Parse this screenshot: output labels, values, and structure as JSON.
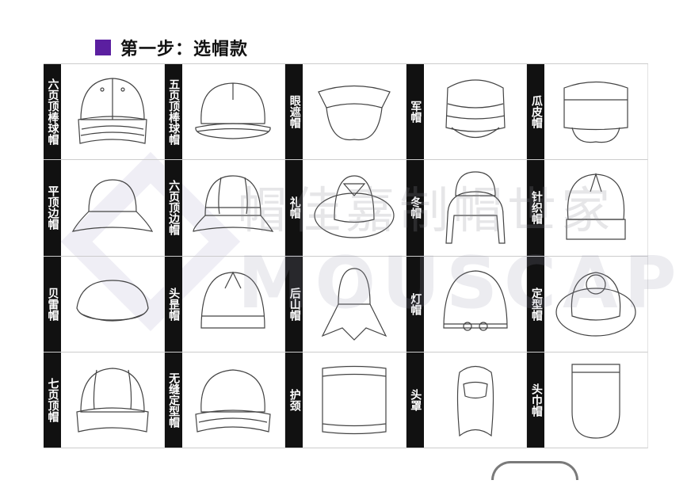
{
  "title": "第一步：选帽款",
  "accent": "#5b1fa0",
  "watermark": {
    "cn": "帽佳嘉制帽世家",
    "en": "MOUSCAP"
  },
  "hats": [
    [
      "六页顶棒球帽",
      "五页顶棒球帽",
      "眼遮帽",
      "军帽",
      "瓜皮帽"
    ],
    [
      "平顶边帽",
      "六页顶边帽",
      "礼帽",
      "冬帽",
      "针织帽"
    ],
    [
      "贝雷帽",
      "头昰帽",
      "后山帽",
      "灯帽",
      "定型帽"
    ],
    [
      "七页顶帽",
      "无缝定型帽",
      "护颈",
      "头罩",
      "头巾帽"
    ]
  ]
}
